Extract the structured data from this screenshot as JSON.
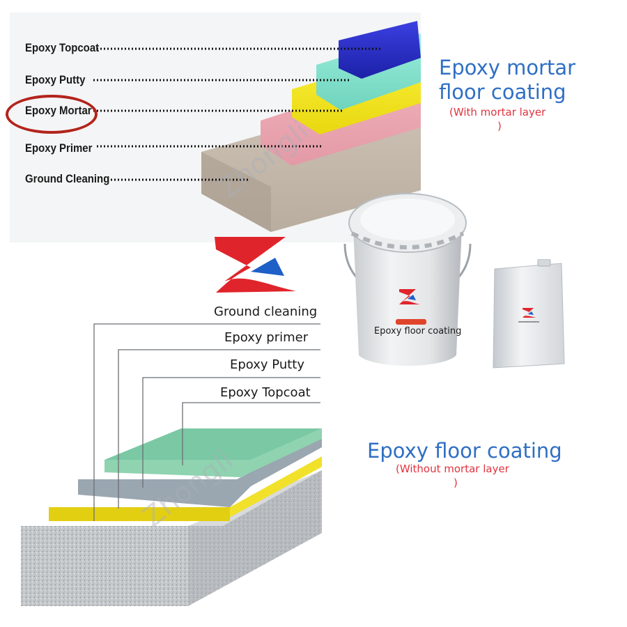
{
  "top_diagram": {
    "layers": [
      "Epoxy Topcoat",
      "Epoxy Putty",
      "Epoxy Mortar",
      "Epoxy Primer",
      "Ground Cleaning"
    ],
    "highlighted": "Epoxy Mortar",
    "watermark": "Zhongli"
  },
  "mortar_heading": {
    "line1": "Epoxy mortar",
    "line2": "floor coating",
    "note_line1": "(With mortar layer",
    "note_line2": ")"
  },
  "products": {
    "bucket_label": "Epoxy  floor coating"
  },
  "bottom_diagram": {
    "layers": [
      "Ground cleaning",
      "Epoxy primer",
      "Epoxy Putty",
      "Epoxy Topcoat"
    ],
    "watermark": "Zhongli"
  },
  "plain_heading": {
    "title": "Epoxy  floor coating",
    "note_line1": "(Without mortar layer",
    "note_line2": ")"
  },
  "colors": {
    "topcoat_blue": "#2a2fc4",
    "putty_cyan": "#86e4cf",
    "mortar_yellow": "#f2e61e",
    "primer_pink": "#e9a9b3",
    "ground_beige": "#c8bcaf",
    "heading_blue": "#2f6fc4",
    "note_red": "#e0333f",
    "logo_red": "#e0242b",
    "logo_blue": "#1e5fc8"
  }
}
